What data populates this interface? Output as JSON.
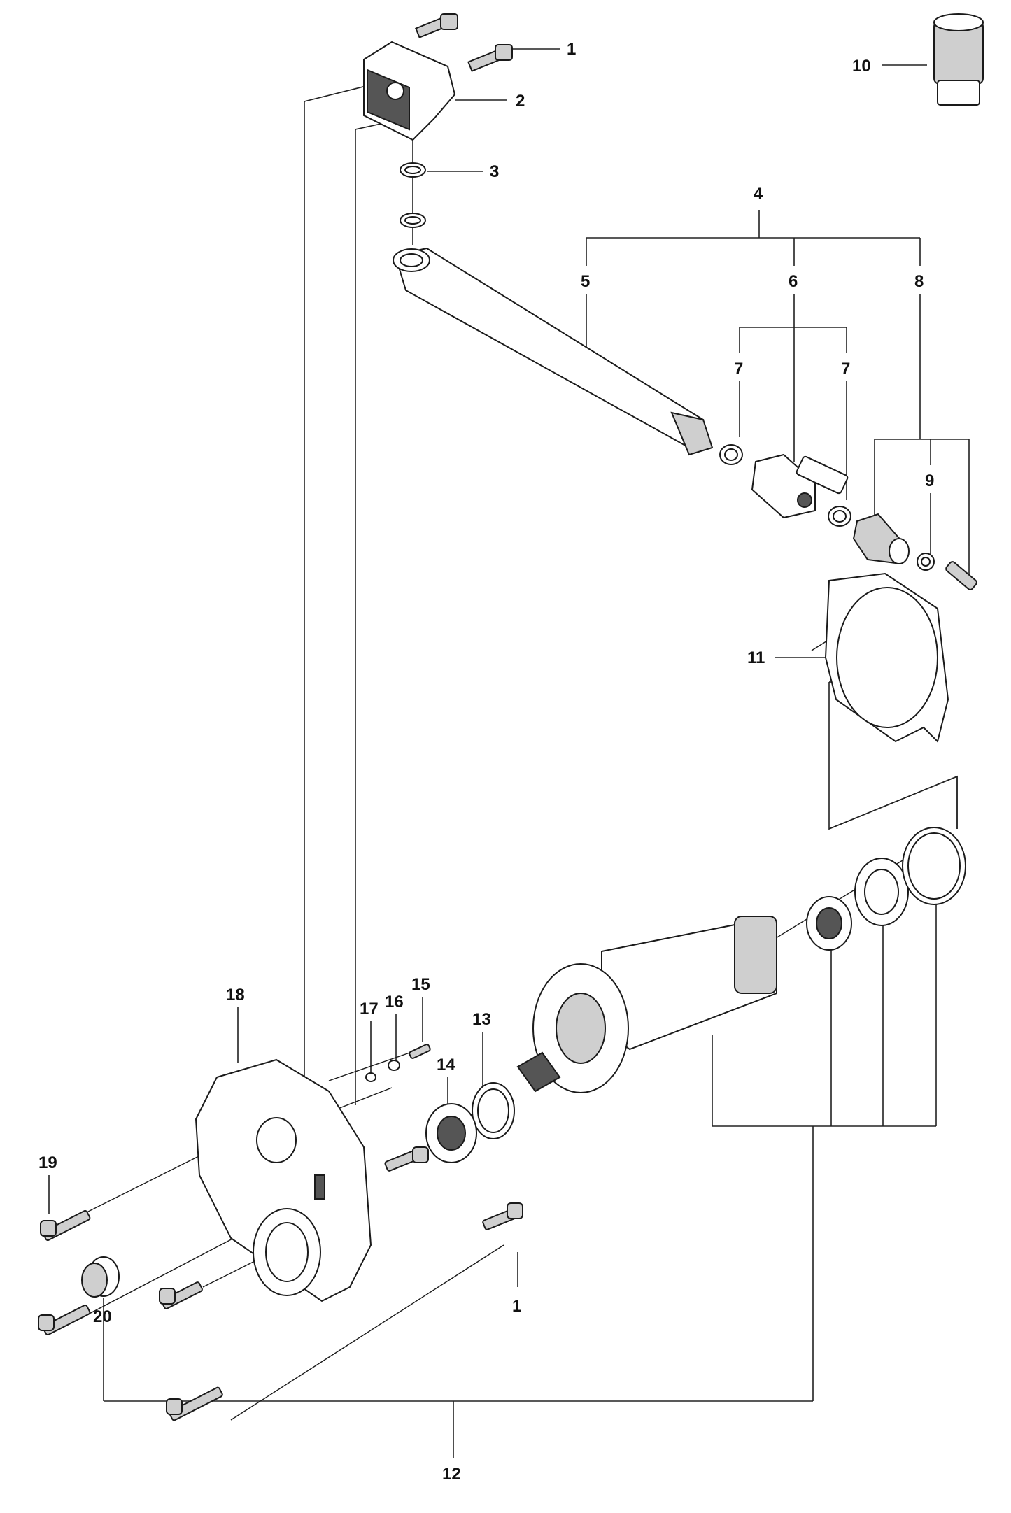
{
  "callouts": {
    "c1a": "1",
    "c2": "2",
    "c3": "3",
    "c4": "4",
    "c5": "5",
    "c6": "6",
    "c7a": "7",
    "c7b": "7",
    "c8": "8",
    "c9": "9",
    "c10": "10",
    "c11": "11",
    "c12": "12",
    "c13": "13",
    "c14": "14",
    "c15": "15",
    "c16": "16",
    "c17": "17",
    "c18": "18",
    "c19": "19",
    "c20": "20",
    "c1b": "1"
  }
}
